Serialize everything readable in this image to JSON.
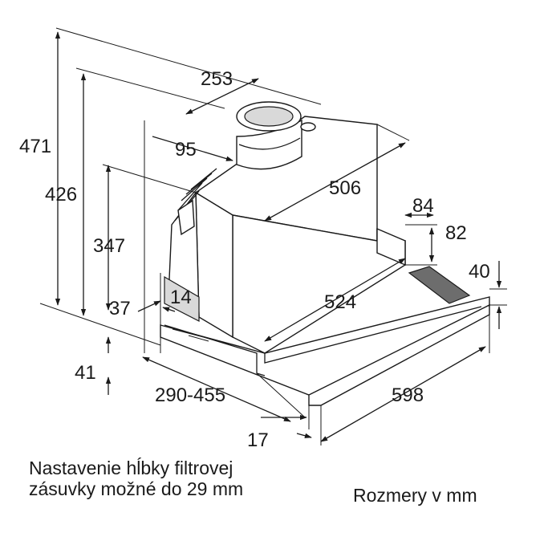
{
  "dimensions": {
    "total_height": "471",
    "height_mid": "426",
    "height_low": "347",
    "top_width": "253",
    "pipe_offset": "95",
    "depth_top": "506",
    "step_depth": "84",
    "step_height": "82",
    "front_height": "40",
    "inner_depth": "524",
    "side_panel": "14",
    "panel_offset": "37",
    "bottom_height": "41",
    "mount_range": "290-455",
    "front_offset": "17",
    "total_width": "598"
  },
  "captions": {
    "note_line1": "Nastavenie hĺbky filtrovej",
    "note_line2": "zásuvky možné do 29 mm",
    "units": "Rozmery v mm"
  }
}
